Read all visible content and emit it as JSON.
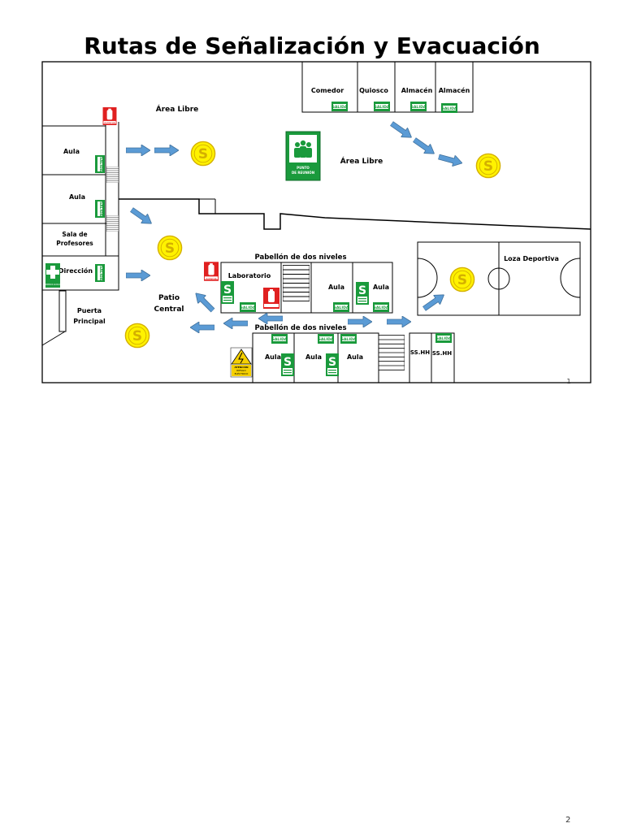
{
  "title": "Rutas de Señalización y Evacuación",
  "page_number": "2",
  "plan_page_marker": "1",
  "areas": {
    "area_libre_top": "Área Libre",
    "area_libre_right": "Área Libre",
    "comedor": "Comedor",
    "quiosco": "Quiosco",
    "almacen_1": "Almacén",
    "almacen_2": "Almacén",
    "aula_left_1": "Aula",
    "aula_left_2": "Aula",
    "sala_profesores_l1": "Sala de",
    "sala_profesores_l2": "Profesores",
    "direccion": "Dirección",
    "puerta_l1": "Puerta",
    "puerta_l2": "Principal",
    "patio_l1": "Patio",
    "patio_l2": "Central",
    "pabellon_top": "Pabellón de dos niveles",
    "pabellon_bottom": "Pabellón de dos niveles",
    "laboratorio": "Laboratorio",
    "aula_mid_1": "Aula",
    "aula_mid_2": "Aula",
    "aula_bot_1": "Aula",
    "aula_bot_2": "Aula",
    "aula_bot_3": "Aula",
    "sshh_1": "SS.HH",
    "sshh_2": "SS.HH",
    "loza": "Loza Deportiva"
  },
  "signs": {
    "salida": "SALIDA",
    "safe_zone_letter": "S",
    "extintor": "EXTINTOR",
    "punto_reunion_l1": "PUNTO",
    "punto_reunion_l2": "DE REUNIÓN",
    "atencion_l1": "ATENCIÓN",
    "atencion_l2": "RIESGO",
    "atencion_l3": "ELÉCTRICO",
    "first_aid_text": "PRIMEROS AUXILIOS"
  },
  "colors": {
    "exit_green": "#1a9a3c",
    "arrow_blue": "#5b9bd5",
    "safe_yellow": "#fff200",
    "extinguisher_red": "#e02020",
    "warning_yellow": "#f5d000"
  }
}
